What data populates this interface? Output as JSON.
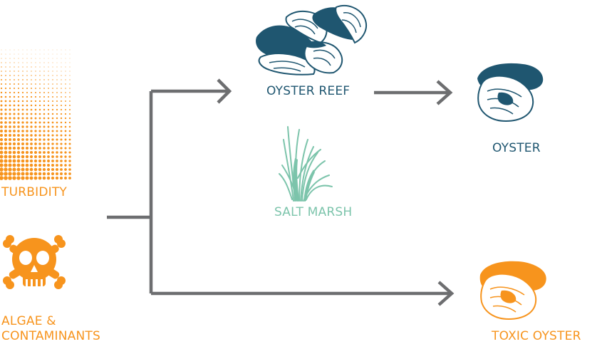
{
  "colors": {
    "orange": "#f7941d",
    "navy": "#1f5670",
    "seagrass": "#7cc4ab",
    "arrow": "#6d6e70"
  },
  "nodes": {
    "turbidity": {
      "label": "TURBIDITY",
      "icon": "turbidity-dots-icon"
    },
    "algae": {
      "label_line1": "ALGAE &",
      "label_line2": "CONTAMINANTS",
      "icon": "skull-crossbones-icon"
    },
    "oyster_reef": {
      "label": "OYSTER REEF",
      "icon": "oyster-reef-icon"
    },
    "salt_marsh": {
      "label": "SALT MARSH",
      "icon": "marsh-grass-icon"
    },
    "oyster": {
      "label": "OYSTER",
      "icon": "oyster-icon"
    },
    "toxic_oyster": {
      "label": "TOXIC OYSTER",
      "icon": "toxic-oyster-icon"
    }
  }
}
